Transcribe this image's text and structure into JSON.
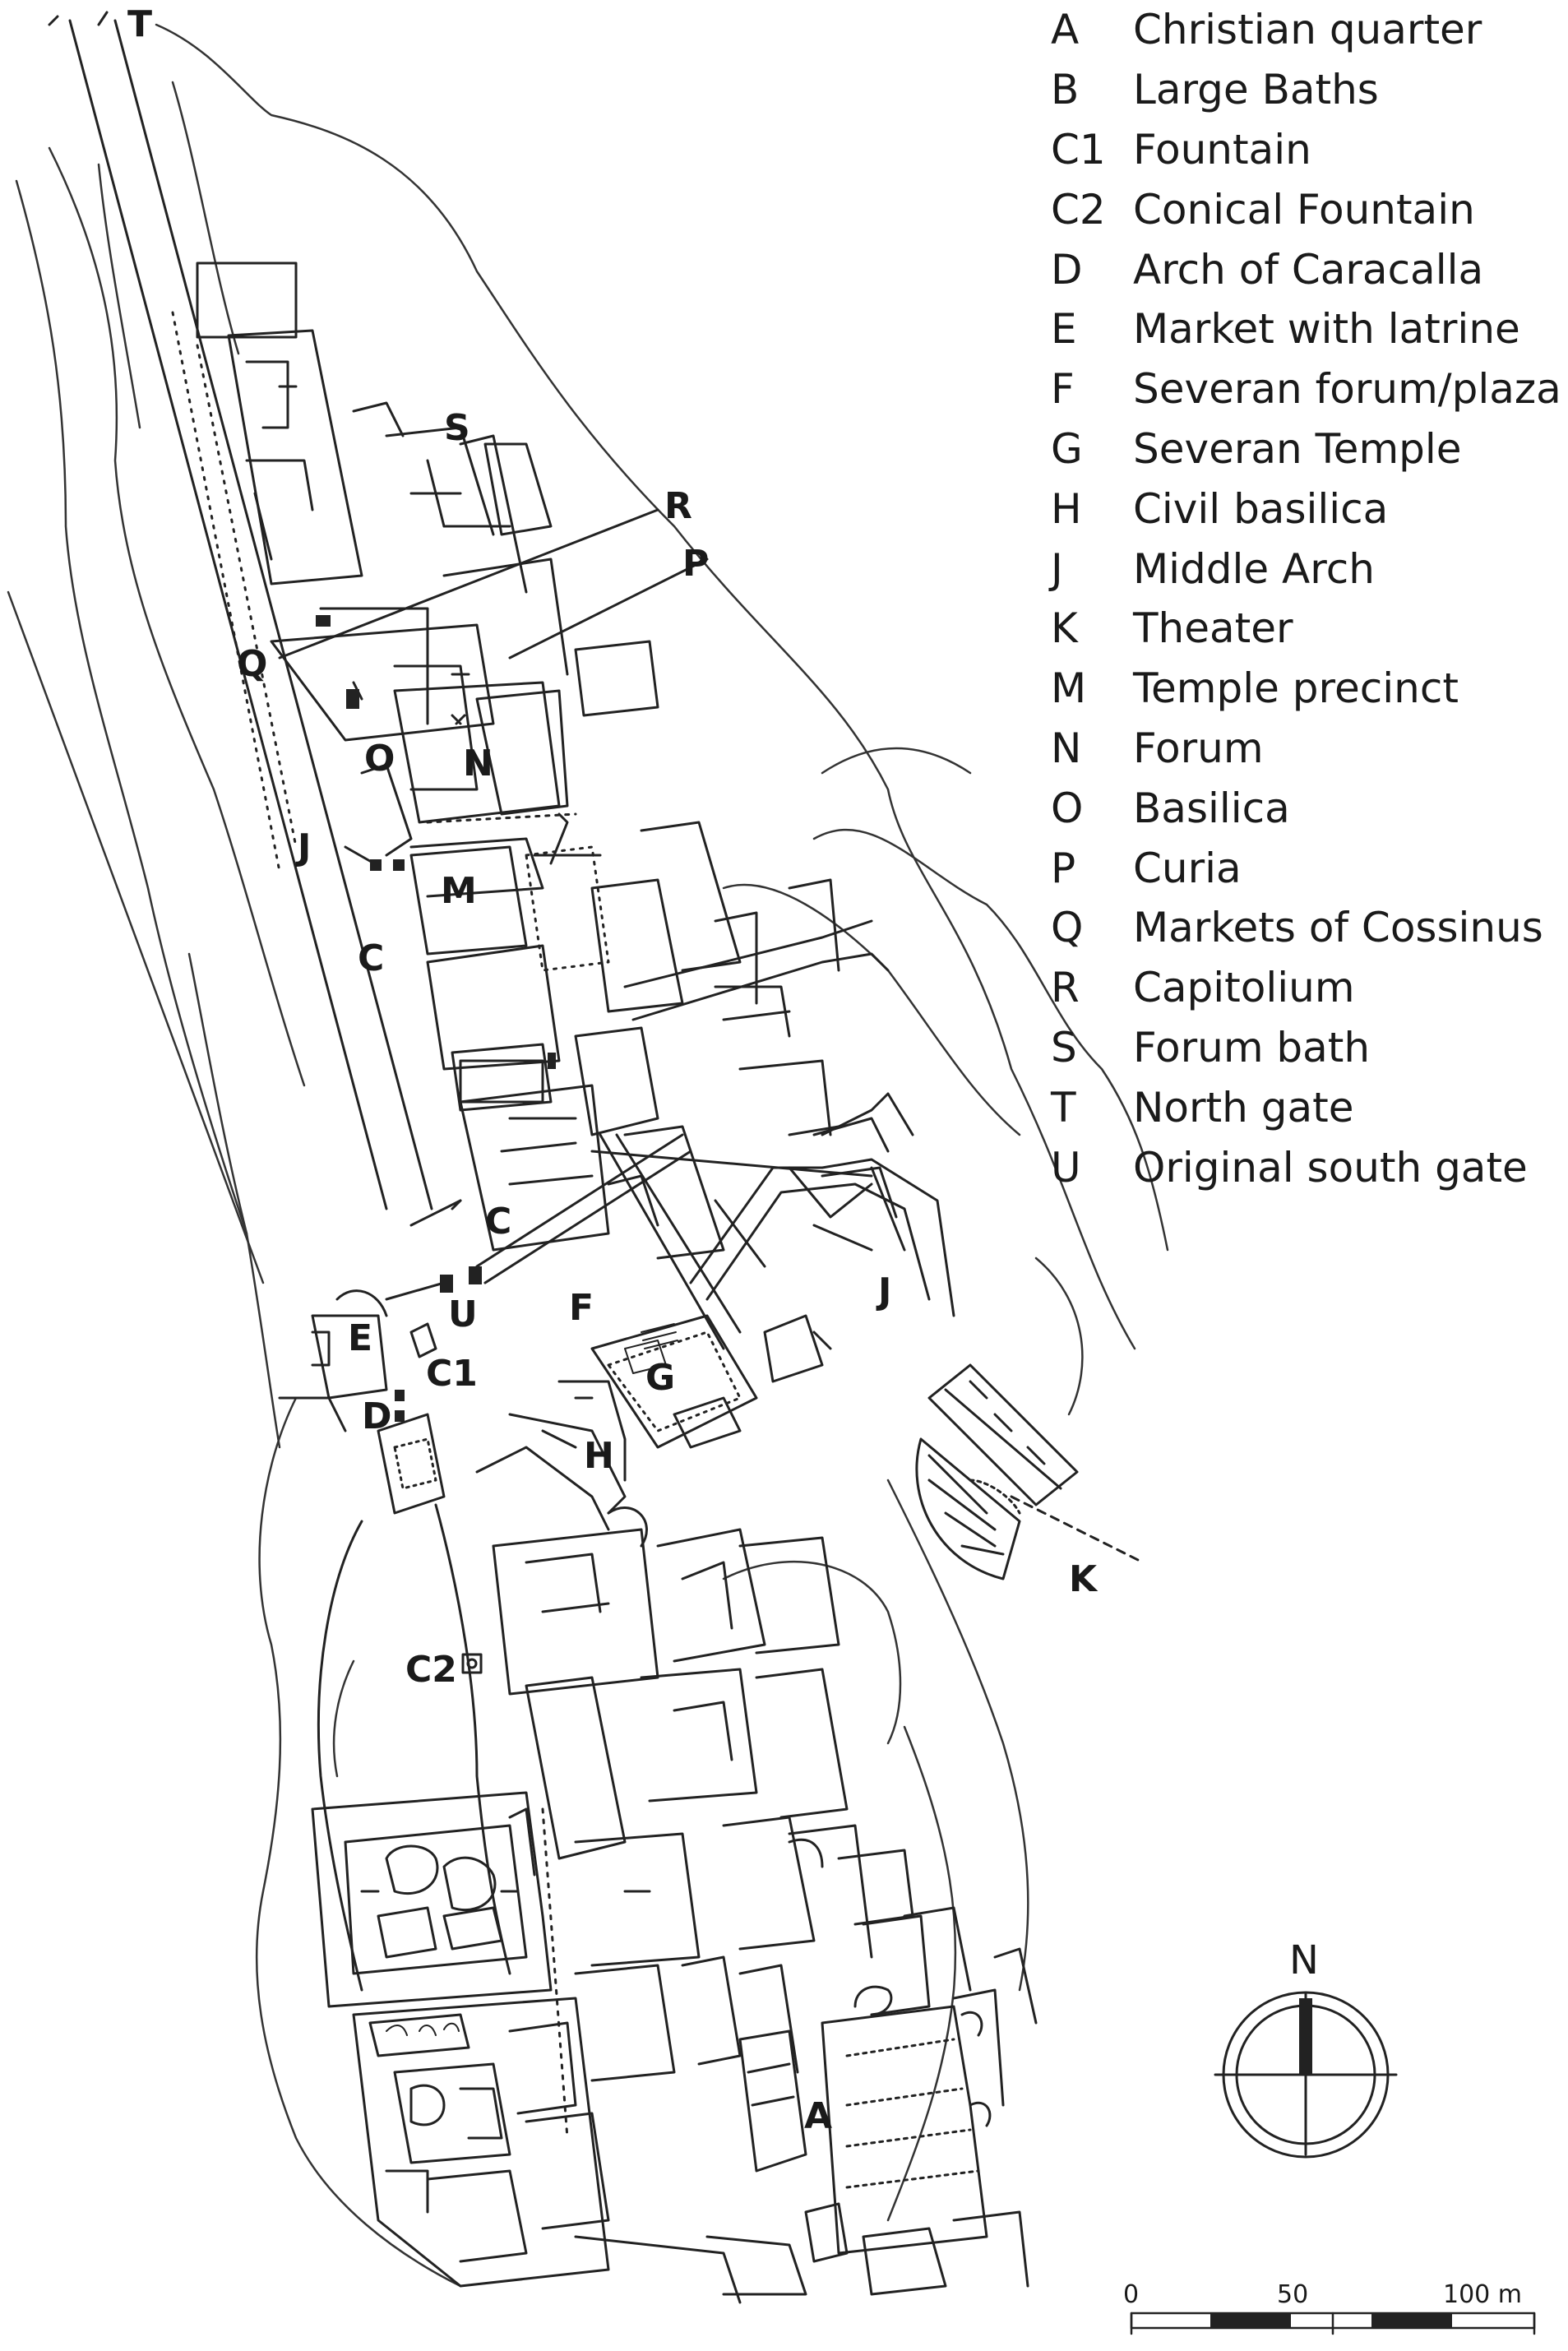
{
  "legend": [
    {
      "key": "A",
      "label": "Christian quarter"
    },
    {
      "key": "B",
      "label": "Large Baths"
    },
    {
      "key": "C1",
      "label": "Fountain"
    },
    {
      "key": "C2",
      "label": "Conical Fountain"
    },
    {
      "key": "D",
      "label": "Arch of Caracalla"
    },
    {
      "key": "E",
      "label": "Market with latrine"
    },
    {
      "key": "F",
      "label": "Severan forum/plaza"
    },
    {
      "key": "G",
      "label": "Severan Temple"
    },
    {
      "key": "H",
      "label": "Civil basilica"
    },
    {
      "key": "J",
      "label": "Middle Arch"
    },
    {
      "key": "K",
      "label": "Theater"
    },
    {
      "key": "M",
      "label": "Temple precinct"
    },
    {
      "key": "N",
      "label": "Forum"
    },
    {
      "key": "O",
      "label": "Basilica"
    },
    {
      "key": "P",
      "label": "Curia"
    },
    {
      "key": "Q",
      "label": "Markets of Cossinus"
    },
    {
      "key": "R",
      "label": "Capitolium"
    },
    {
      "key": "S",
      "label": "Forum bath"
    },
    {
      "key": "T",
      "label": "North gate"
    },
    {
      "key": "U",
      "label": "Original south gate"
    }
  ],
  "map_labels": {
    "T": "T",
    "S": "S",
    "R": "R",
    "P": "P",
    "Q": "Q",
    "O": "O",
    "N": "N",
    "J1": "J",
    "M": "M",
    "C_upper": "C",
    "C_lower": "C",
    "U": "U",
    "F": "F",
    "J2": "J",
    "E": "E",
    "C1": "C1",
    "G": "G",
    "D": "D",
    "H": "H",
    "K": "K",
    "C2": "C2",
    "A": "A"
  },
  "compass": {
    "label": "N"
  },
  "scale": {
    "labels": [
      "0",
      "50",
      "100 m"
    ]
  }
}
